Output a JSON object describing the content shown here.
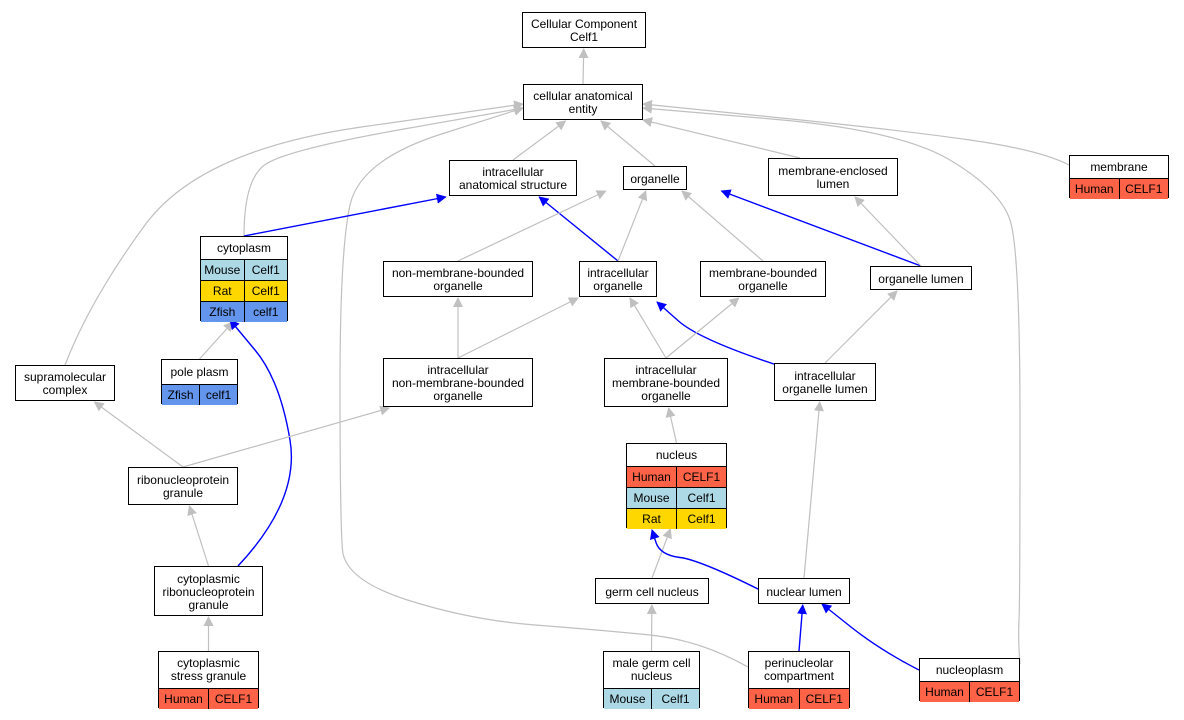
{
  "colors": {
    "Human": "#FF6347",
    "Mouse": "#ADD8E6",
    "Rat": "#FFD700",
    "Zfish": "#6495ED",
    "edge_grey": "#C0C0C0",
    "edge_blue": "#0000FF"
  },
  "nodes": [
    {
      "id": "root",
      "label": "Cellular Component\nCelf1",
      "orthologs": []
    },
    {
      "id": "cae",
      "label": "cellular anatomical\nentity",
      "orthologs": []
    },
    {
      "id": "ias",
      "label": "intracellular\nanatomical structure",
      "orthologs": []
    },
    {
      "id": "org",
      "label": "organelle",
      "orthologs": []
    },
    {
      "id": "mel",
      "label": "membrane-enclosed\nlumen",
      "orthologs": []
    },
    {
      "id": "mem",
      "label": "membrane",
      "orthologs": [
        {
          "species": "Human",
          "gene": "CELF1"
        }
      ]
    },
    {
      "id": "cyt",
      "label": "cytoplasm",
      "orthologs": [
        {
          "species": "Mouse",
          "gene": "Celf1"
        },
        {
          "species": "Rat",
          "gene": "Celf1"
        },
        {
          "species": "Zfish",
          "gene": "celf1"
        }
      ]
    },
    {
      "id": "nmbo",
      "label": "non-membrane-bounded\norganelle",
      "orthologs": []
    },
    {
      "id": "io",
      "label": "intracellular\norganelle",
      "orthologs": []
    },
    {
      "id": "mbo",
      "label": "membrane-bounded\norganelle",
      "orthologs": []
    },
    {
      "id": "ol",
      "label": "organelle lumen",
      "orthologs": []
    },
    {
      "id": "pp",
      "label": "pole plasm",
      "orthologs": [
        {
          "species": "Zfish",
          "gene": "celf1"
        }
      ]
    },
    {
      "id": "smc",
      "label": "supramolecular\ncomplex",
      "orthologs": []
    },
    {
      "id": "inmbo",
      "label": "intracellular\nnon-membrane-bounded\norganelle",
      "orthologs": []
    },
    {
      "id": "imbo",
      "label": "intracellular\nmembrane-bounded\norganelle",
      "orthologs": []
    },
    {
      "id": "iol",
      "label": "intracellular\norganelle lumen",
      "orthologs": []
    },
    {
      "id": "rnpg",
      "label": "ribonucleoprotein\ngranule",
      "orthologs": []
    },
    {
      "id": "nuc",
      "label": "nucleus",
      "orthologs": [
        {
          "species": "Human",
          "gene": "CELF1"
        },
        {
          "species": "Mouse",
          "gene": "Celf1"
        },
        {
          "species": "Rat",
          "gene": "Celf1"
        }
      ]
    },
    {
      "id": "crnpg",
      "label": "cytoplasmic\nribonucleoprotein\ngranule",
      "orthologs": []
    },
    {
      "id": "gcn",
      "label": "germ cell nucleus",
      "orthologs": []
    },
    {
      "id": "nl",
      "label": "nuclear lumen",
      "orthologs": []
    },
    {
      "id": "csg",
      "label": "cytoplasmic\nstress granule",
      "orthologs": [
        {
          "species": "Human",
          "gene": "CELF1"
        }
      ]
    },
    {
      "id": "mgcn",
      "label": "male germ cell\nnucleus",
      "orthologs": [
        {
          "species": "Mouse",
          "gene": "Celf1"
        }
      ]
    },
    {
      "id": "pnc",
      "label": "perinucleolar\ncompartment",
      "orthologs": [
        {
          "species": "Human",
          "gene": "CELF1"
        }
      ]
    },
    {
      "id": "np",
      "label": "nucleoplasm",
      "orthologs": [
        {
          "species": "Human",
          "gene": "CELF1"
        }
      ]
    }
  ],
  "edges": [
    {
      "from": "cae",
      "to": "root",
      "color": "grey"
    },
    {
      "from": "ias",
      "to": "cae",
      "color": "grey"
    },
    {
      "from": "org",
      "to": "cae",
      "color": "grey"
    },
    {
      "from": "mel",
      "to": "cae",
      "color": "grey"
    },
    {
      "from": "mem",
      "to": "cae",
      "color": "grey"
    },
    {
      "from": "cyt",
      "to": "cae",
      "color": "grey"
    },
    {
      "from": "smc",
      "to": "cae",
      "color": "grey"
    },
    {
      "from": "pnc",
      "to": "cae",
      "color": "grey"
    },
    {
      "from": "np",
      "to": "cae",
      "color": "grey"
    },
    {
      "from": "cyt",
      "to": "ias",
      "color": "blue"
    },
    {
      "from": "io",
      "to": "ias",
      "color": "blue"
    },
    {
      "from": "nmbo",
      "to": "org",
      "color": "grey"
    },
    {
      "from": "io",
      "to": "org",
      "color": "grey"
    },
    {
      "from": "mbo",
      "to": "org",
      "color": "grey"
    },
    {
      "from": "ol",
      "to": "org",
      "color": "blue"
    },
    {
      "from": "ol",
      "to": "mel",
      "color": "grey"
    },
    {
      "from": "pp",
      "to": "cyt",
      "color": "grey"
    },
    {
      "from": "crnpg",
      "to": "cyt",
      "color": "blue"
    },
    {
      "from": "inmbo",
      "to": "nmbo",
      "color": "grey"
    },
    {
      "from": "inmbo",
      "to": "io",
      "color": "grey"
    },
    {
      "from": "imbo",
      "to": "io",
      "color": "grey"
    },
    {
      "from": "iol",
      "to": "io",
      "color": "blue"
    },
    {
      "from": "imbo",
      "to": "mbo",
      "color": "grey"
    },
    {
      "from": "iol",
      "to": "ol",
      "color": "grey"
    },
    {
      "from": "rnpg",
      "to": "smc",
      "color": "grey"
    },
    {
      "from": "rnpg",
      "to": "inmbo",
      "color": "grey"
    },
    {
      "from": "nuc",
      "to": "imbo",
      "color": "grey"
    },
    {
      "from": "nl",
      "to": "iol",
      "color": "grey"
    },
    {
      "from": "crnpg",
      "to": "rnpg",
      "color": "grey"
    },
    {
      "from": "gcn",
      "to": "nuc",
      "color": "grey"
    },
    {
      "from": "nl",
      "to": "nuc",
      "color": "blue"
    },
    {
      "from": "csg",
      "to": "crnpg",
      "color": "grey"
    },
    {
      "from": "mgcn",
      "to": "gcn",
      "color": "grey"
    },
    {
      "from": "pnc",
      "to": "nl",
      "color": "blue"
    },
    {
      "from": "np",
      "to": "nl",
      "color": "blue"
    }
  ]
}
